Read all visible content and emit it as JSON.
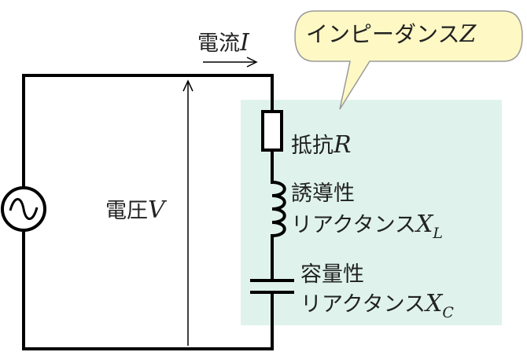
{
  "labels": {
    "current": "電流",
    "current_var": "I",
    "voltage": "電圧",
    "voltage_var": "V",
    "impedance": "インピーダンス",
    "impedance_var": "Z",
    "resistor": "抵抗",
    "resistor_var": "R",
    "inductive_line1": "誘導性",
    "inductive_line2": "リアクタンス",
    "inductive_var": "X",
    "inductive_sub": "L",
    "capacitive_line1": "容量性",
    "capacitive_line2": "リアクタンス",
    "capacitive_var": "X",
    "capacitive_sub": "C"
  },
  "colors": {
    "wire": "#000000",
    "highlight_box": "#dff3ec",
    "callout_fill": "#fdf8c4",
    "callout_stroke": "#9a9a9a",
    "text": "#222222"
  }
}
